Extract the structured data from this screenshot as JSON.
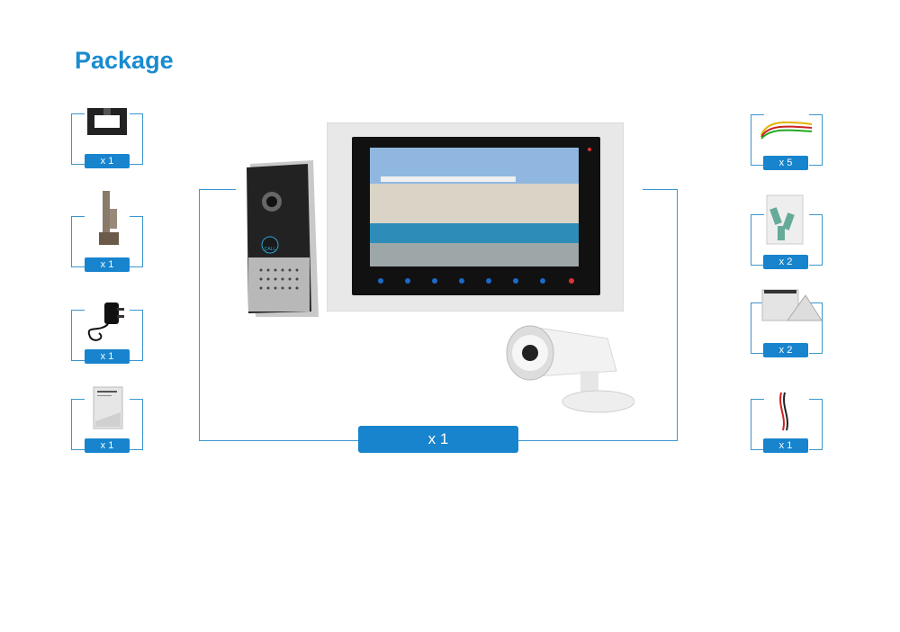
{
  "title": "Package",
  "left_items": [
    {
      "name": "wall-bracket",
      "qty": "x 1"
    },
    {
      "name": "lock-bracket",
      "qty": "x 1"
    },
    {
      "name": "power-adapter",
      "qty": "x 1"
    },
    {
      "name": "manual",
      "qty": "x 1"
    }
  ],
  "right_items": [
    {
      "name": "cables",
      "qty": "x 5"
    },
    {
      "name": "screws",
      "qty": "x 2"
    },
    {
      "name": "manuals-card",
      "qty": "x 2"
    },
    {
      "name": "wire",
      "qty": "x 1"
    }
  ],
  "center": {
    "qty": "x 1",
    "doorbell_label": "CALL"
  },
  "colors": {
    "accent": "#1784cd",
    "title": "#1a8bd0",
    "frame": "#3a96cf"
  }
}
